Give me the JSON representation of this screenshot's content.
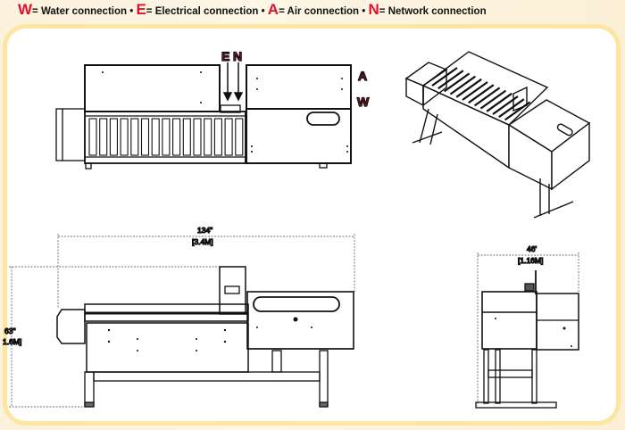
{
  "legend": [
    {
      "key": "W",
      "label": "= Water connection",
      "sep": " • "
    },
    {
      "key": "E",
      "label": "= Electrical connection",
      "sep": " • "
    },
    {
      "key": "A",
      "label": "= Air connection",
      "sep": " • "
    },
    {
      "key": "N",
      "label": "= Network connection",
      "sep": ""
    }
  ],
  "top_view": {
    "labels": {
      "e": "E",
      "n": "N",
      "a": "A",
      "w": "W"
    }
  },
  "side_view": {
    "length_in": "134\"",
    "length_m": "[3.4M]",
    "height_in": "63\"",
    "height_m": "1.6M]"
  },
  "end_view": {
    "width_in": "46'",
    "width_m": "[1.16M]"
  },
  "colors": {
    "accent": "#e0102a",
    "frame": "#fde6a2"
  }
}
